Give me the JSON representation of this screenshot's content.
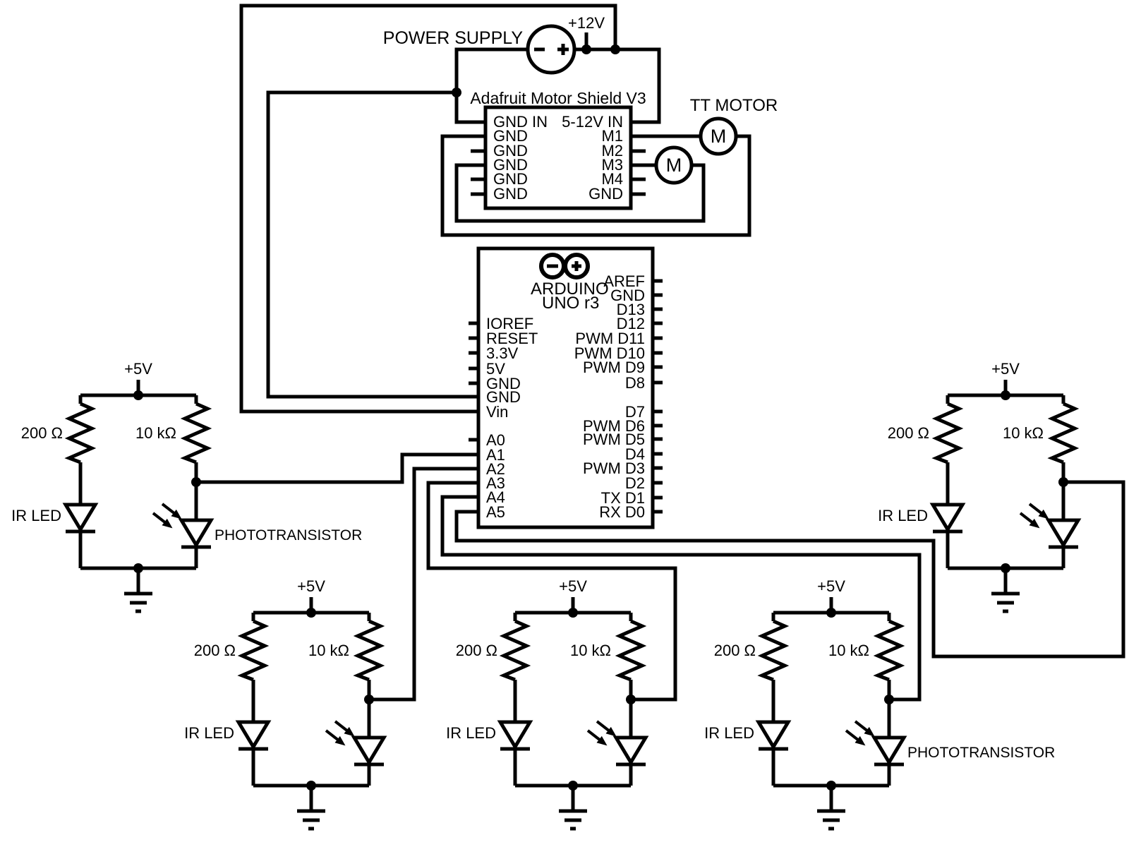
{
  "power_supply": {
    "label": "POWER SUPPLY",
    "rail_label": "+12V"
  },
  "motor_shield": {
    "title": "Adafruit Motor Shield V3",
    "left_pins": [
      "GND IN",
      "GND",
      "GND",
      "GND",
      "GND",
      "GND"
    ],
    "right_pins": [
      "5-12V IN",
      "M1",
      "M2",
      "M3",
      "M4",
      "GND"
    ]
  },
  "motors": {
    "label": "TT MOTOR",
    "motor_symbol": "M"
  },
  "arduino": {
    "brand": "ARDUINO",
    "model": "UNO r3",
    "left_pins": [
      "IOREF",
      "RESET",
      "3.3V",
      "5V",
      "GND",
      "GND",
      "Vin",
      "A0",
      "A1",
      "A2",
      "A3",
      "A4",
      "A5"
    ],
    "right_pins": [
      "AREF",
      "GND",
      "D13",
      "D12",
      "PWM D11",
      "PWM D10",
      "PWM D9",
      "D8",
      "D7",
      "PWM D6",
      "PWM D5",
      "D4",
      "PWM D3",
      "D2",
      "TX D1",
      "RX D0"
    ]
  },
  "sensor_labels": {
    "supply": "+5V",
    "led_resistor": "200 Ω",
    "pullup_resistor": "10 kΩ",
    "ir_led": "IR LED",
    "phototransistor": "PHOTOTRANSISTOR"
  },
  "colors": {
    "ink": "#000000",
    "background": "#ffffff"
  }
}
